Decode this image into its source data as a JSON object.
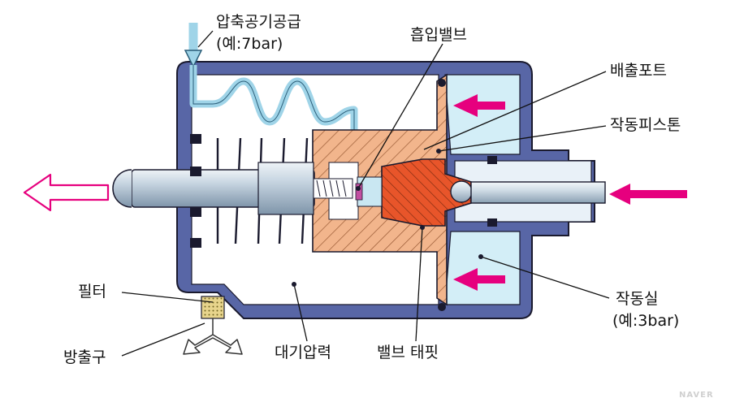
{
  "labels": {
    "air_supply": "압축공기공급",
    "air_supply_pressure": "(예:7bar)",
    "intake_valve": "흡입밸브",
    "exhaust_port": "배출포트",
    "actuating_piston": "작동피스톤",
    "filter": "필터",
    "outlet": "방출구",
    "atmospheric_pressure": "대기압력",
    "valve_tappet": "밸브 태핏",
    "actuating_chamber": "작동실",
    "actuating_chamber_pressure": "(예:3bar)"
  },
  "watermark": "NAVER",
  "colors": {
    "housing": "#5866a6",
    "interior": "#ffffff",
    "chamber": "#d3eef7",
    "air_line": "#9fd4e8",
    "piston_hatch": "#eda777",
    "valve_body": "#e85a2a",
    "arrow_magenta": "#e6007e",
    "outline": "#1a1a2e"
  },
  "icons": {
    "output_arrow": "hollow-left-arrow",
    "input_arrow": "magenta-right-arrow",
    "pressure_arrows": "magenta-left-arrow"
  }
}
